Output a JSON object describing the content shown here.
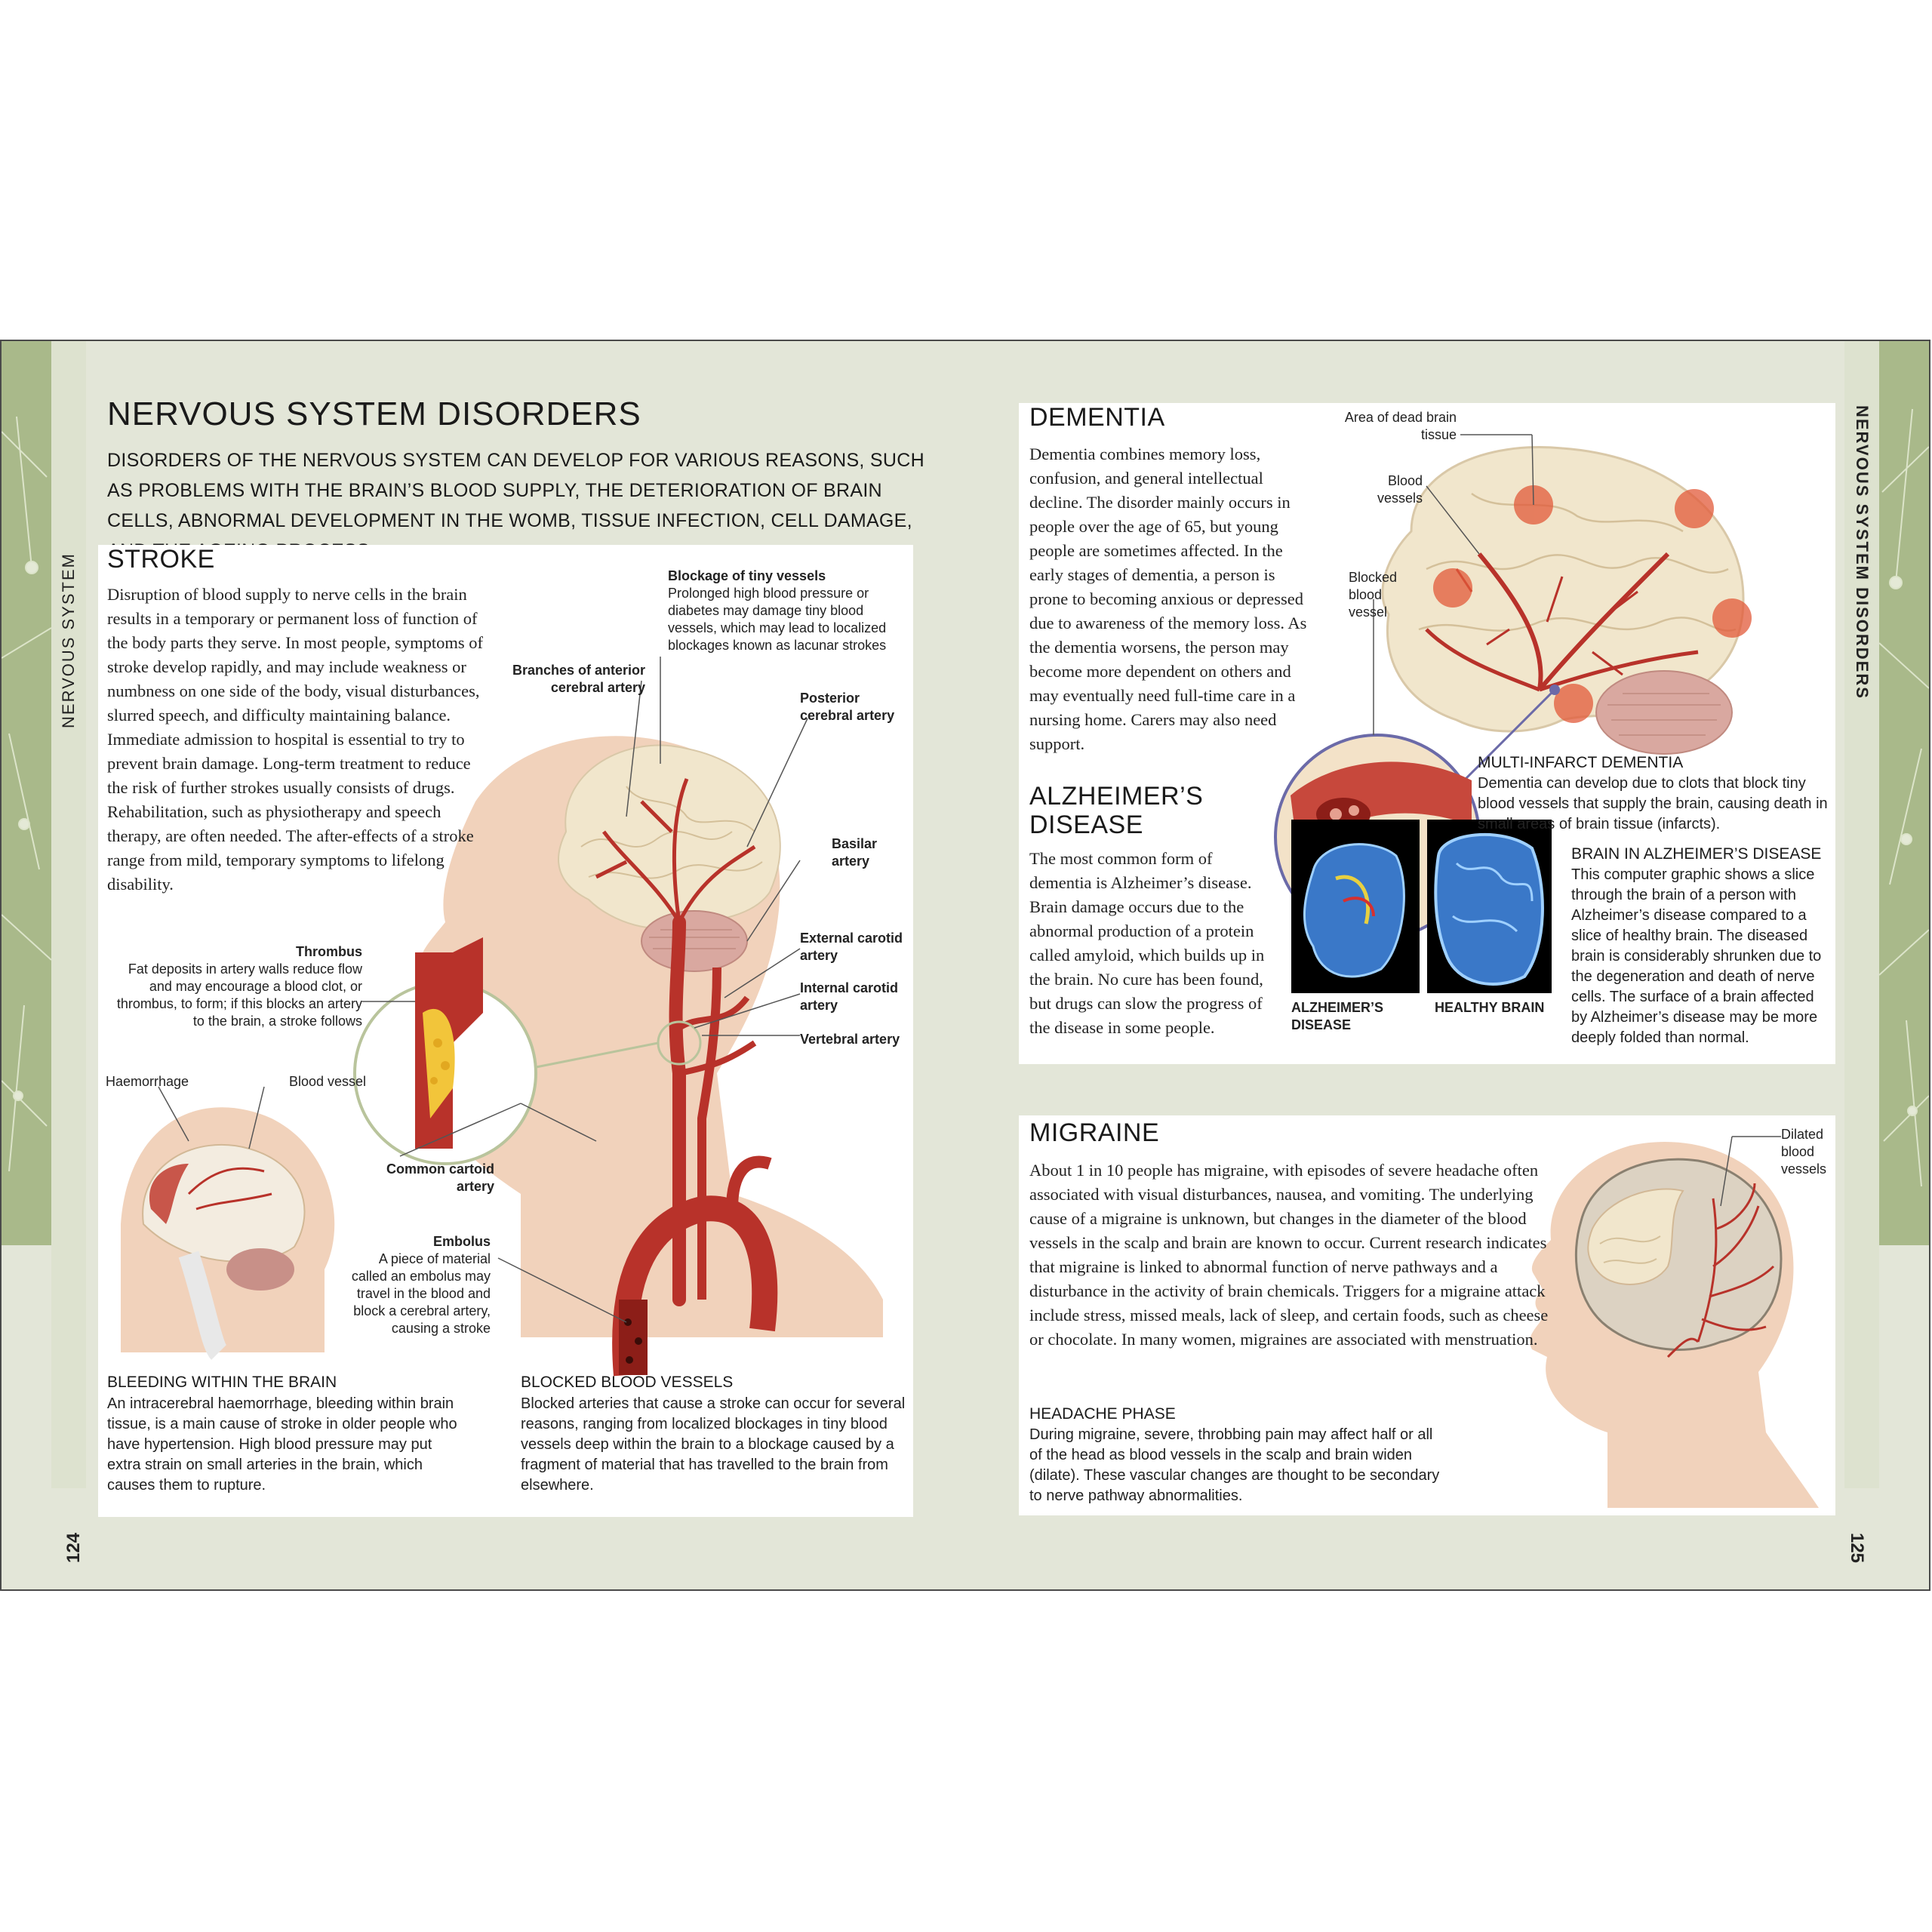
{
  "runners": {
    "left": "NERVOUS SYSTEM",
    "right": "NERVOUS SYSTEM DISORDERS"
  },
  "folios": {
    "left": "124",
    "right": "125"
  },
  "page_title": "NERVOUS SYSTEM DISORDERS",
  "intro": "DISORDERS OF THE NERVOUS SYSTEM CAN DEVELOP FOR VARIOUS REASONS, SUCH AS PROBLEMS WITH THE BRAIN’S BLOOD SUPPLY, THE DETERIORATION OF BRAIN CELLS, ABNORMAL DEVELOPMENT IN THE WOMB, TISSUE INFECTION, CELL DAMAGE, AND THE AGEING PROCESS.",
  "stroke": {
    "title": "STROKE",
    "body": "Disruption of blood supply to nerve cells in the brain results in a temporary or permanent loss of function of the body parts they serve. In most people, symptoms of stroke develop rapidly, and may include weakness or numbness on one side of the body, visual disturbances, slurred speech, and difficulty maintaining balance. Immediate admission to hospital is essential to try to prevent brain damage. Long-term treatment to reduce the risk of further strokes usually consists of drugs. Rehabilitation, such as physiotherapy and speech therapy, are often needed. The after-effects of a stroke range from mild, temporary symptoms to lifelong disability.",
    "labels": {
      "blockage_title": "Blockage of tiny vessels",
      "blockage_text": "Prolonged high blood pressure or diabetes may damage tiny blood vessels, which may lead to localized blockages known as lacunar strokes",
      "anterior": "Branches of anterior cerebral artery",
      "posterior": "Posterior cerebral artery",
      "basilar": "Basilar artery",
      "external": "External carotid artery",
      "internal": "Internal carotid artery",
      "vertebral": "Vertebral artery",
      "common": "Common cartoid artery",
      "thrombus_title": "Thrombus",
      "thrombus_text": "Fat deposits in artery walls reduce flow and may encourage a blood clot, or thrombus, to form; if this blocks an artery to the brain, a stroke follows",
      "haemorrhage": "Haemorrhage",
      "blood_vessel": "Blood vessel",
      "embolus_title": "Embolus",
      "embolus_text": "A piece of material called an embolus may travel in the blood and block a cerebral artery, causing a stroke"
    },
    "bleeding": {
      "title": "BLEEDING WITHIN THE BRAIN",
      "text": "An intracerebral haemorrhage, bleeding within brain tissue, is a main cause of stroke in older people who have hypertension. High blood pressure may put extra strain on small arteries in the brain, which causes them to rupture."
    },
    "blocked": {
      "title": "BLOCKED BLOOD VESSELS",
      "text": "Blocked arteries that cause a stroke can occur for several reasons, ranging from localized blockages in tiny blood vessels deep within the brain to a blockage caused by a fragment of material that has travelled to the brain from elsewhere."
    }
  },
  "dementia": {
    "title": "DEMENTIA",
    "body": "Dementia combines memory loss, confusion, and general intellectual decline. The disorder mainly occurs in people over the age of 65, but young people are sometimes affected. In the early stages of dementia, a person is prone to becoming anxious or depressed due to awareness of the memory loss. As the dementia worsens, the person may become more dependent on others and may eventually need full-time care in a nursing home. Carers may also need support.",
    "labels": {
      "dead_tissue": "Area of dead brain tissue",
      "blood_vessels": "Blood vessels",
      "blocked_vessel": "Blocked blood vessel"
    },
    "multi_infarct": {
      "title": "MULTI-INFARCT DEMENTIA",
      "text": "Dementia can develop due to clots that block tiny blood vessels that supply the brain, causing death in small areas of brain tissue (infarcts)."
    }
  },
  "alzheimers": {
    "title": "ALZHEIMER’S DISEASE",
    "body": "The most common form of dementia is Alzheimer’s disease. Brain damage occurs due to the abnormal production of a protein called amyloid, which builds up in the brain. No cure has been found, but drugs can slow the progress of the disease in some people.",
    "image_labels": {
      "left": "ALZHEIMER’S DISEASE",
      "right": "HEALTHY BRAIN"
    },
    "caption": {
      "title": "BRAIN IN ALZHEIMER’S DISEASE",
      "text": "This computer graphic shows a slice through the brain of a person with Alzheimer’s disease compared to a slice of healthy brain. The diseased brain is considerably shrunken due to the degeneration and death of nerve cells. The surface of a brain affected by Alzheimer’s disease may be more deeply folded than normal."
    }
  },
  "migraine": {
    "title": "MIGRAINE",
    "body": "About 1 in 10 people has migraine, with episodes of severe headache often associated with visual disturbances, nausea, and vomiting. The underlying cause of a migraine is unknown, but changes in the diameter of the blood vessels in the scalp and brain are known to occur. Current research indicates that migraine is linked to abnormal function of nerve pathways and a disturbance in the activity of brain chemicals. Triggers for a migraine attack include stress, missed meals, lack of sleep, and certain foods, such as cheese or chocolate. In many women, migraines are associated with menstruation.",
    "label": "Dilated blood vessels",
    "caption": {
      "title": "HEADACHE PHASE",
      "text": "During migraine, severe, throbbing pain may affect half or all of the head as blood vessels in the scalp and brain widen (dilate). These vascular changes are thought to be secondary to nerve pathway abnormalities."
    }
  },
  "colors": {
    "page_bg": "#e3e6d8",
    "edge_band": "#a9b98a",
    "artery": "#b8322a",
    "skin": "#f1d2bb",
    "brain": "#f1e6cc"
  }
}
